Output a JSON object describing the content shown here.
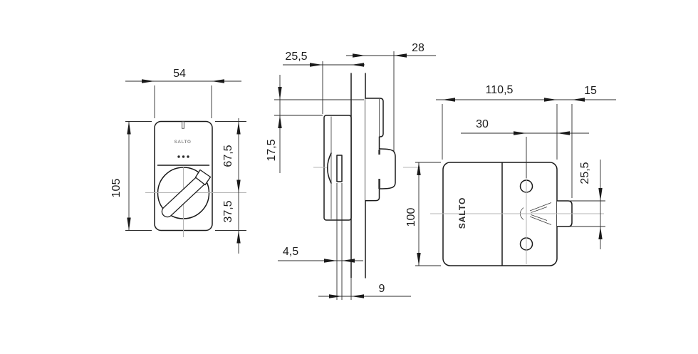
{
  "colors": {
    "background": "#ffffff",
    "part_lines": "#1a1a1a",
    "dimension_lines": "#2b2b2b",
    "centerlines": "#b5b5b5"
  },
  "views": {
    "front": {
      "logo": "SALTO",
      "dims": {
        "width": "54",
        "height": "105",
        "upper_height": "67,5",
        "lower_height": "37,5"
      }
    },
    "side": {
      "dims": {
        "front_depth": "25,5",
        "rear_depth": "28",
        "top_offset": "17,5",
        "handle_offset": "4,5",
        "spindle_depth": "9"
      }
    },
    "rear": {
      "logo": "SALTO",
      "dims": {
        "width": "110,5",
        "knob_depth": "15",
        "hole_inset": "30",
        "height": "100",
        "knob_height": "25,5"
      }
    }
  }
}
